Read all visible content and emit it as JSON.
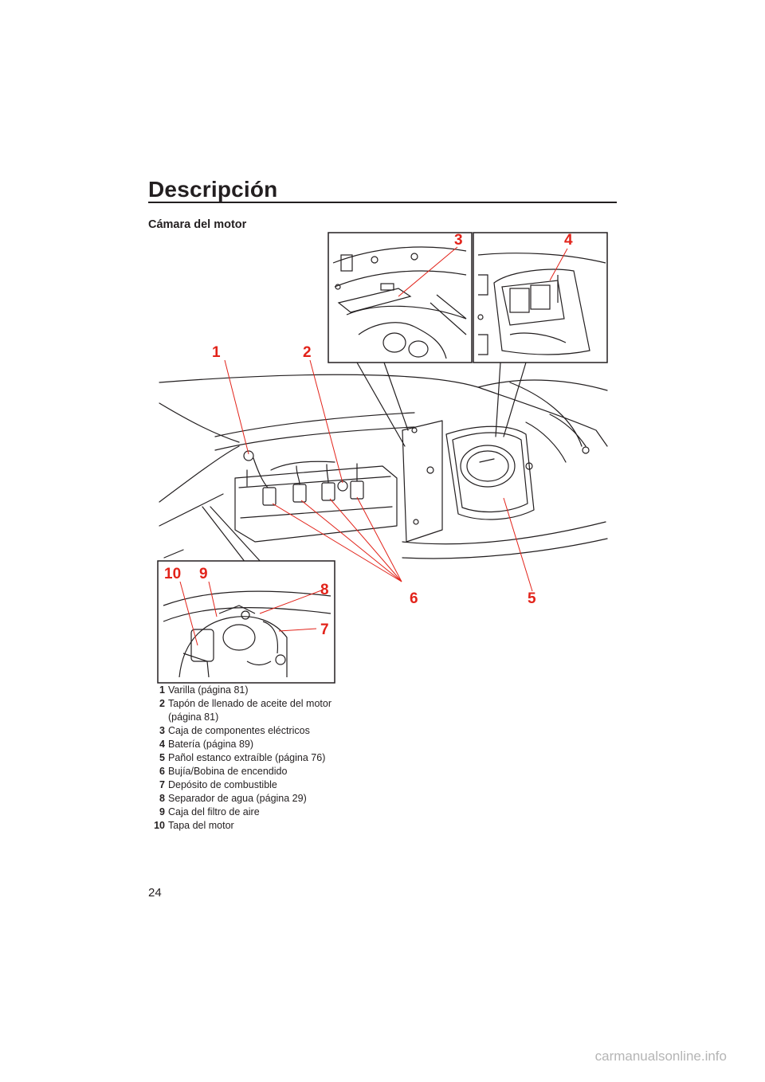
{
  "header": {
    "title": "Descripción"
  },
  "section": {
    "title": "Cámara del motor"
  },
  "callouts": {
    "c1": "1",
    "c2": "2",
    "c3": "3",
    "c4": "4",
    "c5": "5",
    "c6": "6",
    "c7": "7",
    "c8": "8",
    "c9": "9",
    "c10": "10"
  },
  "legend": [
    {
      "num": "1",
      "text": "Varilla (página 81)"
    },
    {
      "num": "2",
      "text": "Tapón de llenado de aceite del motor",
      "text2": "(página 81)"
    },
    {
      "num": "3",
      "text": "Caja de componentes eléctricos"
    },
    {
      "num": "4",
      "text": "Batería (página 89)"
    },
    {
      "num": "5",
      "text": "Pañol estanco extraíble (página 76)"
    },
    {
      "num": "6",
      "text": "Bujía/Bobina de encendido"
    },
    {
      "num": "7",
      "text": "Depósito de combustible"
    },
    {
      "num": "8",
      "text": "Separador de agua (página 29)"
    },
    {
      "num": "9",
      "text": "Caja del filtro de aire"
    },
    {
      "num": "10",
      "text": "Tapa del motor"
    }
  ],
  "footer": {
    "page_number": "24",
    "watermark": "carmanualsonline.info"
  },
  "colors": {
    "callout": "#e2231a",
    "text": "#231f20"
  }
}
